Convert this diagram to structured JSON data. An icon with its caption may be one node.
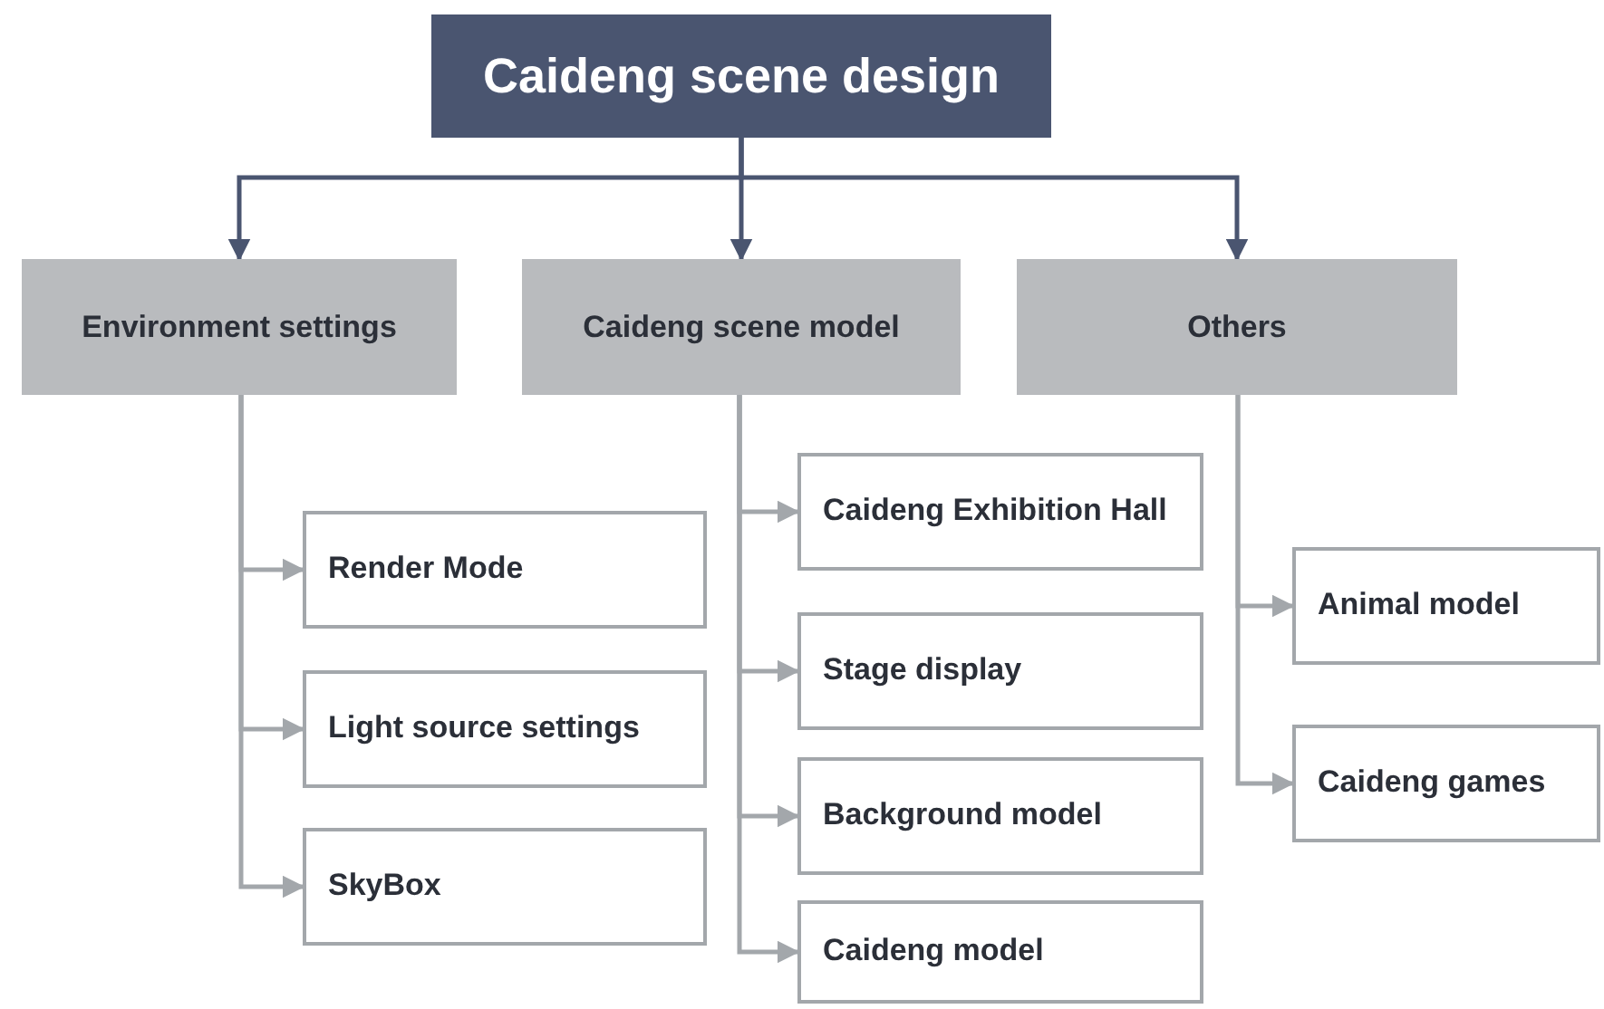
{
  "diagram": {
    "nodes": [
      {
        "text": [
          "Caideng scene design"
        ]
      },
      {
        "text": [
          "Environment settings"
        ]
      },
      {
        "text": [
          "Caideng scene model"
        ]
      },
      {
        "text": [
          "Others"
        ]
      },
      {
        "text": [
          "Render Mode"
        ]
      },
      {
        "text": [
          "Light source settings"
        ]
      },
      {
        "text": [
          "SkyBox"
        ]
      },
      {
        "text": [
          "Caideng Exhibition Hall"
        ]
      },
      {
        "text": [
          "Stage display"
        ]
      },
      {
        "text": [
          "Background model"
        ]
      },
      {
        "text": [
          "Caideng model"
        ]
      },
      {
        "text": [
          "Animal model"
        ]
      },
      {
        "text": [
          "Caideng games"
        ]
      }
    ],
    "edges": [
      {
        "from": 0,
        "to": 1,
        "arrow": "to",
        "color": "#4a5570"
      },
      {
        "from": 0,
        "to": 2,
        "arrow": "to",
        "color": "#4a5570"
      },
      {
        "from": 0,
        "to": 3,
        "arrow": "to",
        "color": "#4a5570"
      },
      {
        "from": 1,
        "to": 4,
        "arrow": "to"
      },
      {
        "from": 1,
        "to": 5,
        "arrow": "to"
      },
      {
        "from": 1,
        "to": 6,
        "arrow": "to"
      },
      {
        "from": 2,
        "to": 7,
        "arrow": "to"
      },
      {
        "from": 2,
        "to": 8,
        "arrow": "to"
      },
      {
        "from": 2,
        "to": 9,
        "arrow": "to"
      },
      {
        "from": 2,
        "to": 10,
        "arrow": "to"
      },
      {
        "from": 3,
        "to": 11,
        "arrow": "to"
      },
      {
        "from": 3,
        "to": 12,
        "arrow": "to"
      }
    ]
  }
}
